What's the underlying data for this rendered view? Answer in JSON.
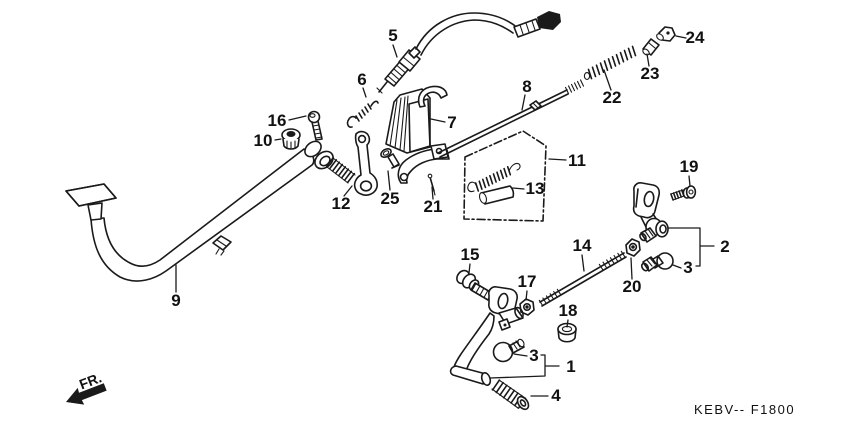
{
  "page": {
    "background": "#ffffff",
    "line_color": "#1a1a1a"
  },
  "diagram": {
    "code": "KEBV-- F1800",
    "fr_label": "FR.",
    "callouts": [
      {
        "num": "5"
      },
      {
        "num": "6"
      },
      {
        "num": "16"
      },
      {
        "num": "10"
      },
      {
        "num": "12"
      },
      {
        "num": "25"
      },
      {
        "num": "21"
      },
      {
        "num": "7"
      },
      {
        "num": "8"
      },
      {
        "num": "22"
      },
      {
        "num": "23"
      },
      {
        "num": "24"
      },
      {
        "num": "11"
      },
      {
        "num": "13"
      },
      {
        "num": "19"
      },
      {
        "num": "2"
      },
      {
        "num": "3"
      },
      {
        "num": "20"
      },
      {
        "num": "14"
      },
      {
        "num": "17"
      },
      {
        "num": "18"
      },
      {
        "num": "15"
      },
      {
        "num": "3"
      },
      {
        "num": "1"
      },
      {
        "num": "4"
      },
      {
        "num": "9"
      }
    ]
  }
}
